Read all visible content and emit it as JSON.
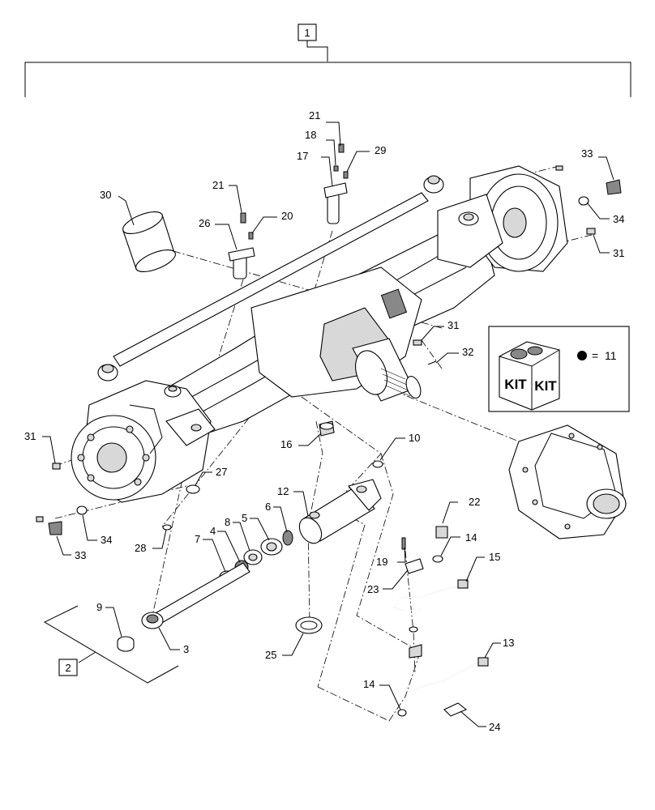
{
  "assembly_box": "1",
  "kit_box": "2",
  "kit_legend": {
    "kit_label_front": "KIT",
    "kit_label_side": "KIT",
    "equals": "=",
    "ref": "11"
  },
  "callouts": {
    "c21a": "21",
    "c18": "18",
    "c29": "29",
    "c17": "17",
    "c21b": "21",
    "c20": "20",
    "c30": "30",
    "c26": "26",
    "c33a": "33",
    "c34a": "34",
    "c31a": "31",
    "c31b": "31",
    "c32": "32",
    "c31c": "31",
    "c34b": "34",
    "c33b": "33",
    "c27": "27",
    "c28": "28",
    "c16": "16",
    "c10": "10",
    "c12": "12",
    "c6": "6",
    "c5": "5",
    "c8": "8",
    "c4": "4",
    "c7": "7",
    "c9": "9",
    "c3": "3",
    "c25": "25",
    "c22": "22",
    "c14a": "14",
    "c15": "15",
    "c19": "19",
    "c23": "23",
    "c13": "13",
    "c14b": "14",
    "c24": "24"
  }
}
